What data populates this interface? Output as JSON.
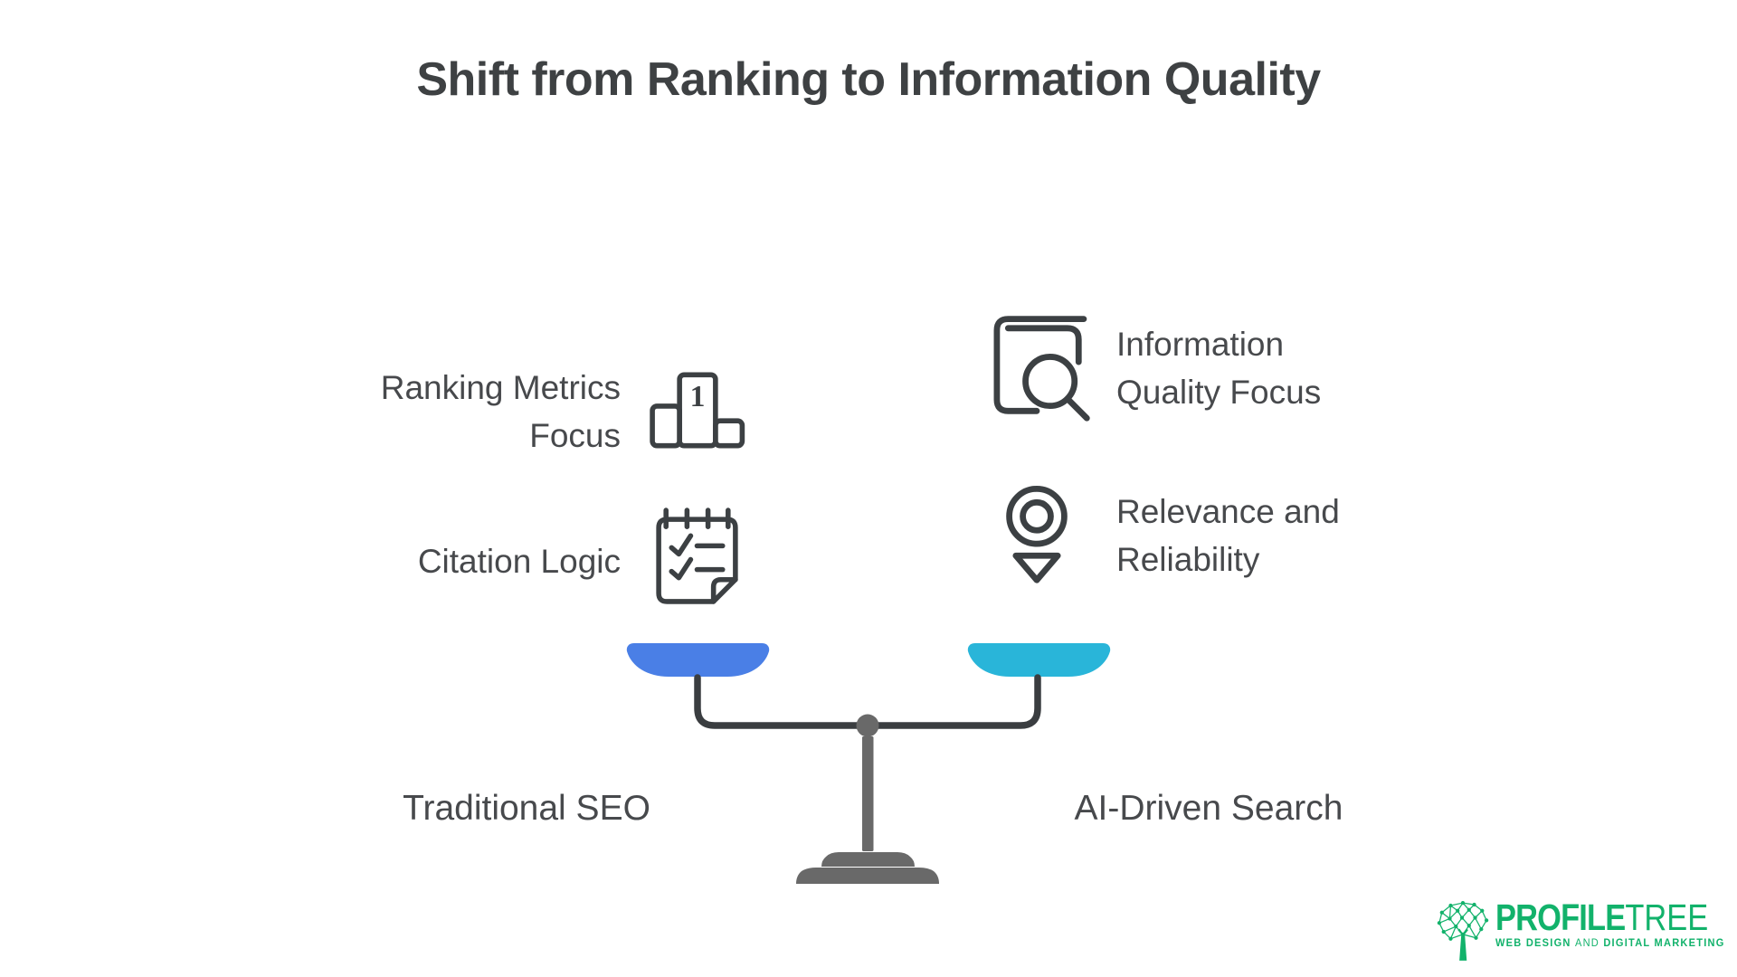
{
  "title": "Shift from Ranking to Information Quality",
  "left_panel": {
    "category": "Traditional SEO",
    "items": [
      {
        "label": "Ranking Metrics\nFocus",
        "icon": "podium-first-place-icon",
        "badge": "1"
      },
      {
        "label": "Citation Logic",
        "icon": "checklist-notepad-icon"
      }
    ]
  },
  "right_panel": {
    "category": "AI-Driven Search",
    "items": [
      {
        "label": "Information\nQuality Focus",
        "icon": "book-search-icon"
      },
      {
        "label": "Relevance and\nReliability",
        "icon": "location-pin-icon"
      }
    ]
  },
  "scale": {
    "left_pan_color": "#4a7fe6",
    "right_pan_color": "#29b5d9",
    "stand_color": "#696969",
    "arm_color": "#3a3d40"
  },
  "branding": {
    "name_bold": "PROFILE",
    "name_light": "TREE",
    "tagline": [
      "WEB DESIGN",
      "AND",
      "DIGITAL MARKETING"
    ],
    "color": "#12b26b"
  },
  "colors": {
    "title_text": "#3e4143",
    "body_text": "#47494c",
    "icon_stroke": "#3c4043"
  }
}
